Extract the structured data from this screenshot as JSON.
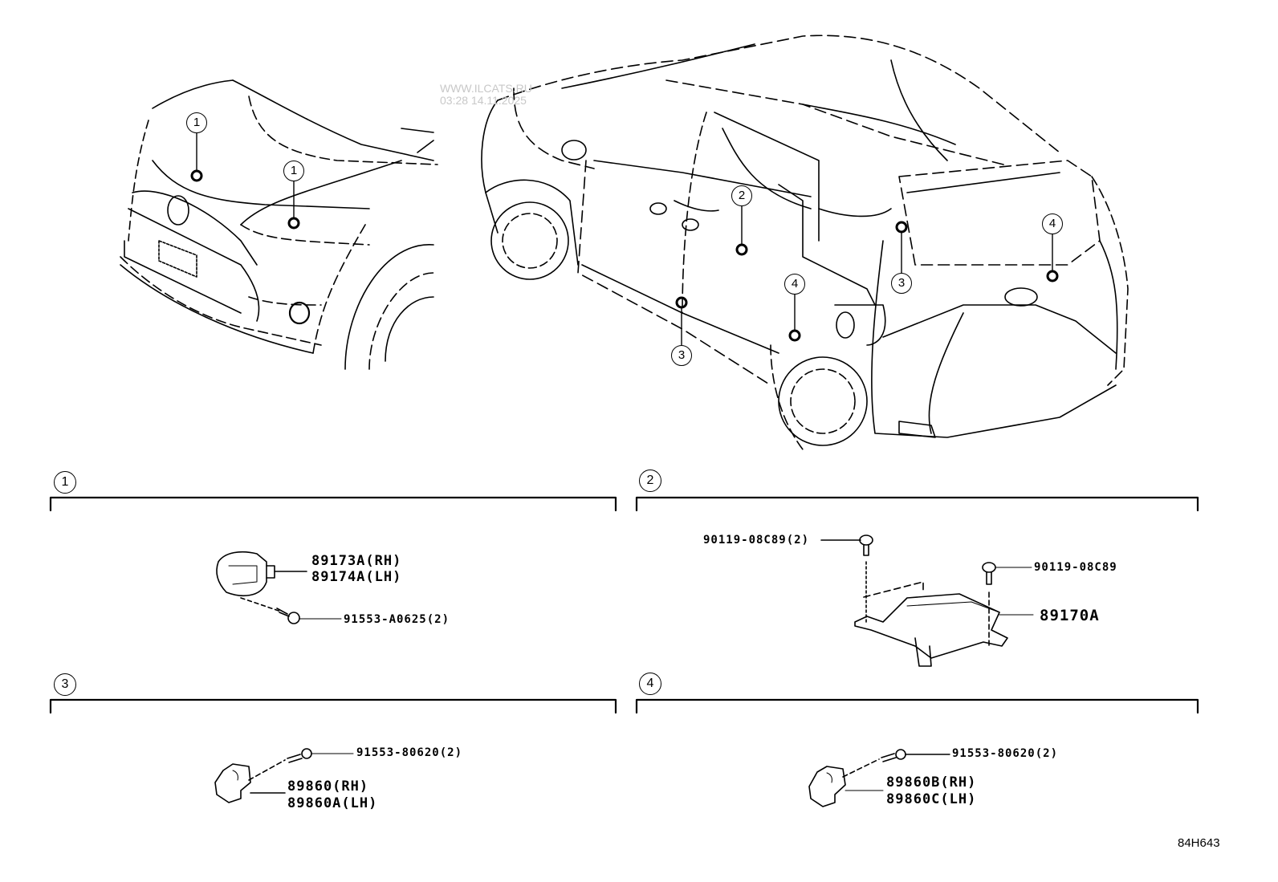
{
  "watermark": {
    "site": "WWW.ILCATS.RU",
    "timestamp": "03:28 14.11.2025"
  },
  "diagram_code": "84H643",
  "callouts": {
    "front_left": "1",
    "front_right": "1",
    "door_center": "2",
    "sill": "3",
    "rear_pillar": "3",
    "rear_door": "4",
    "rear_quarter": "4"
  },
  "sections": [
    {
      "number": "1",
      "parts": [
        {
          "label": "89173A(RH)"
        },
        {
          "label": "89174A(LH)"
        },
        {
          "label": "91553-A0625(2)"
        }
      ]
    },
    {
      "number": "2",
      "parts": [
        {
          "label": "90119-08C89(2)"
        },
        {
          "label": "90119-08C89"
        },
        {
          "label": "89170A"
        }
      ]
    },
    {
      "number": "3",
      "parts": [
        {
          "label": "91553-80620(2)"
        },
        {
          "label": "89860(RH)"
        },
        {
          "label": "89860A(LH)"
        }
      ]
    },
    {
      "number": "4",
      "parts": [
        {
          "label": "91553-80620(2)"
        },
        {
          "label": "89860B(RH)"
        },
        {
          "label": "89860C(LH)"
        }
      ]
    }
  ]
}
